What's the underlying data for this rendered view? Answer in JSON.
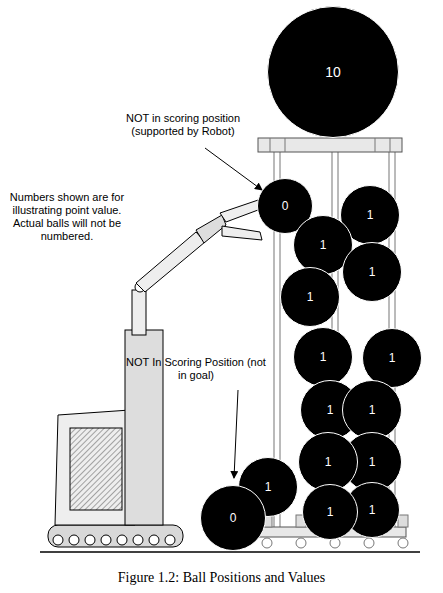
{
  "diagram": {
    "caption": "Figure 1.2: Ball Positions and Values",
    "nodes": [
      {
        "text": [
          "10"
        ]
      },
      {
        "text": [
          "0"
        ]
      },
      {
        "text": [
          "1"
        ]
      },
      {
        "text": [
          "1"
        ]
      },
      {
        "text": [
          "1"
        ]
      },
      {
        "text": [
          "1"
        ]
      },
      {
        "text": [
          "1"
        ]
      },
      {
        "text": [
          "1"
        ]
      },
      {
        "text": [
          "1"
        ]
      },
      {
        "text": [
          "1"
        ]
      },
      {
        "text": [
          "1"
        ]
      },
      {
        "text": [
          "1"
        ]
      },
      {
        "text": [
          "1"
        ]
      },
      {
        "text": [
          "1"
        ]
      },
      {
        "text": [
          "1"
        ]
      },
      {
        "text": [
          "0"
        ]
      }
    ],
    "labels": [
      "NOT in scoring position (supported by Robot)",
      "Numbers shown are for illustrating point value. Actual balls will not be numbered.",
      "NOT In Scoring Position (not in goal)"
    ]
  }
}
